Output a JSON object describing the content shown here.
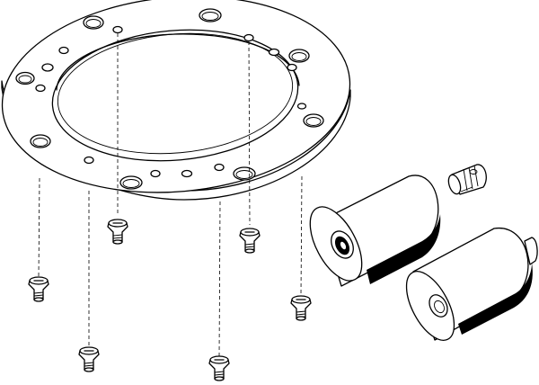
{
  "figure": {
    "title": "",
    "parts": [
      {
        "id": "mounting-flange",
        "icon": "flange-ring-icon"
      },
      {
        "id": "screw",
        "icon": "countersunk-screw-icon",
        "count": 6
      },
      {
        "id": "threaded-spacer",
        "icon": "cylindrical-spacer-icon",
        "count": 2
      },
      {
        "id": "set-screw",
        "icon": "grub-screw-icon",
        "count": 1
      }
    ],
    "line_color": "#000000",
    "background": "#ffffff"
  }
}
